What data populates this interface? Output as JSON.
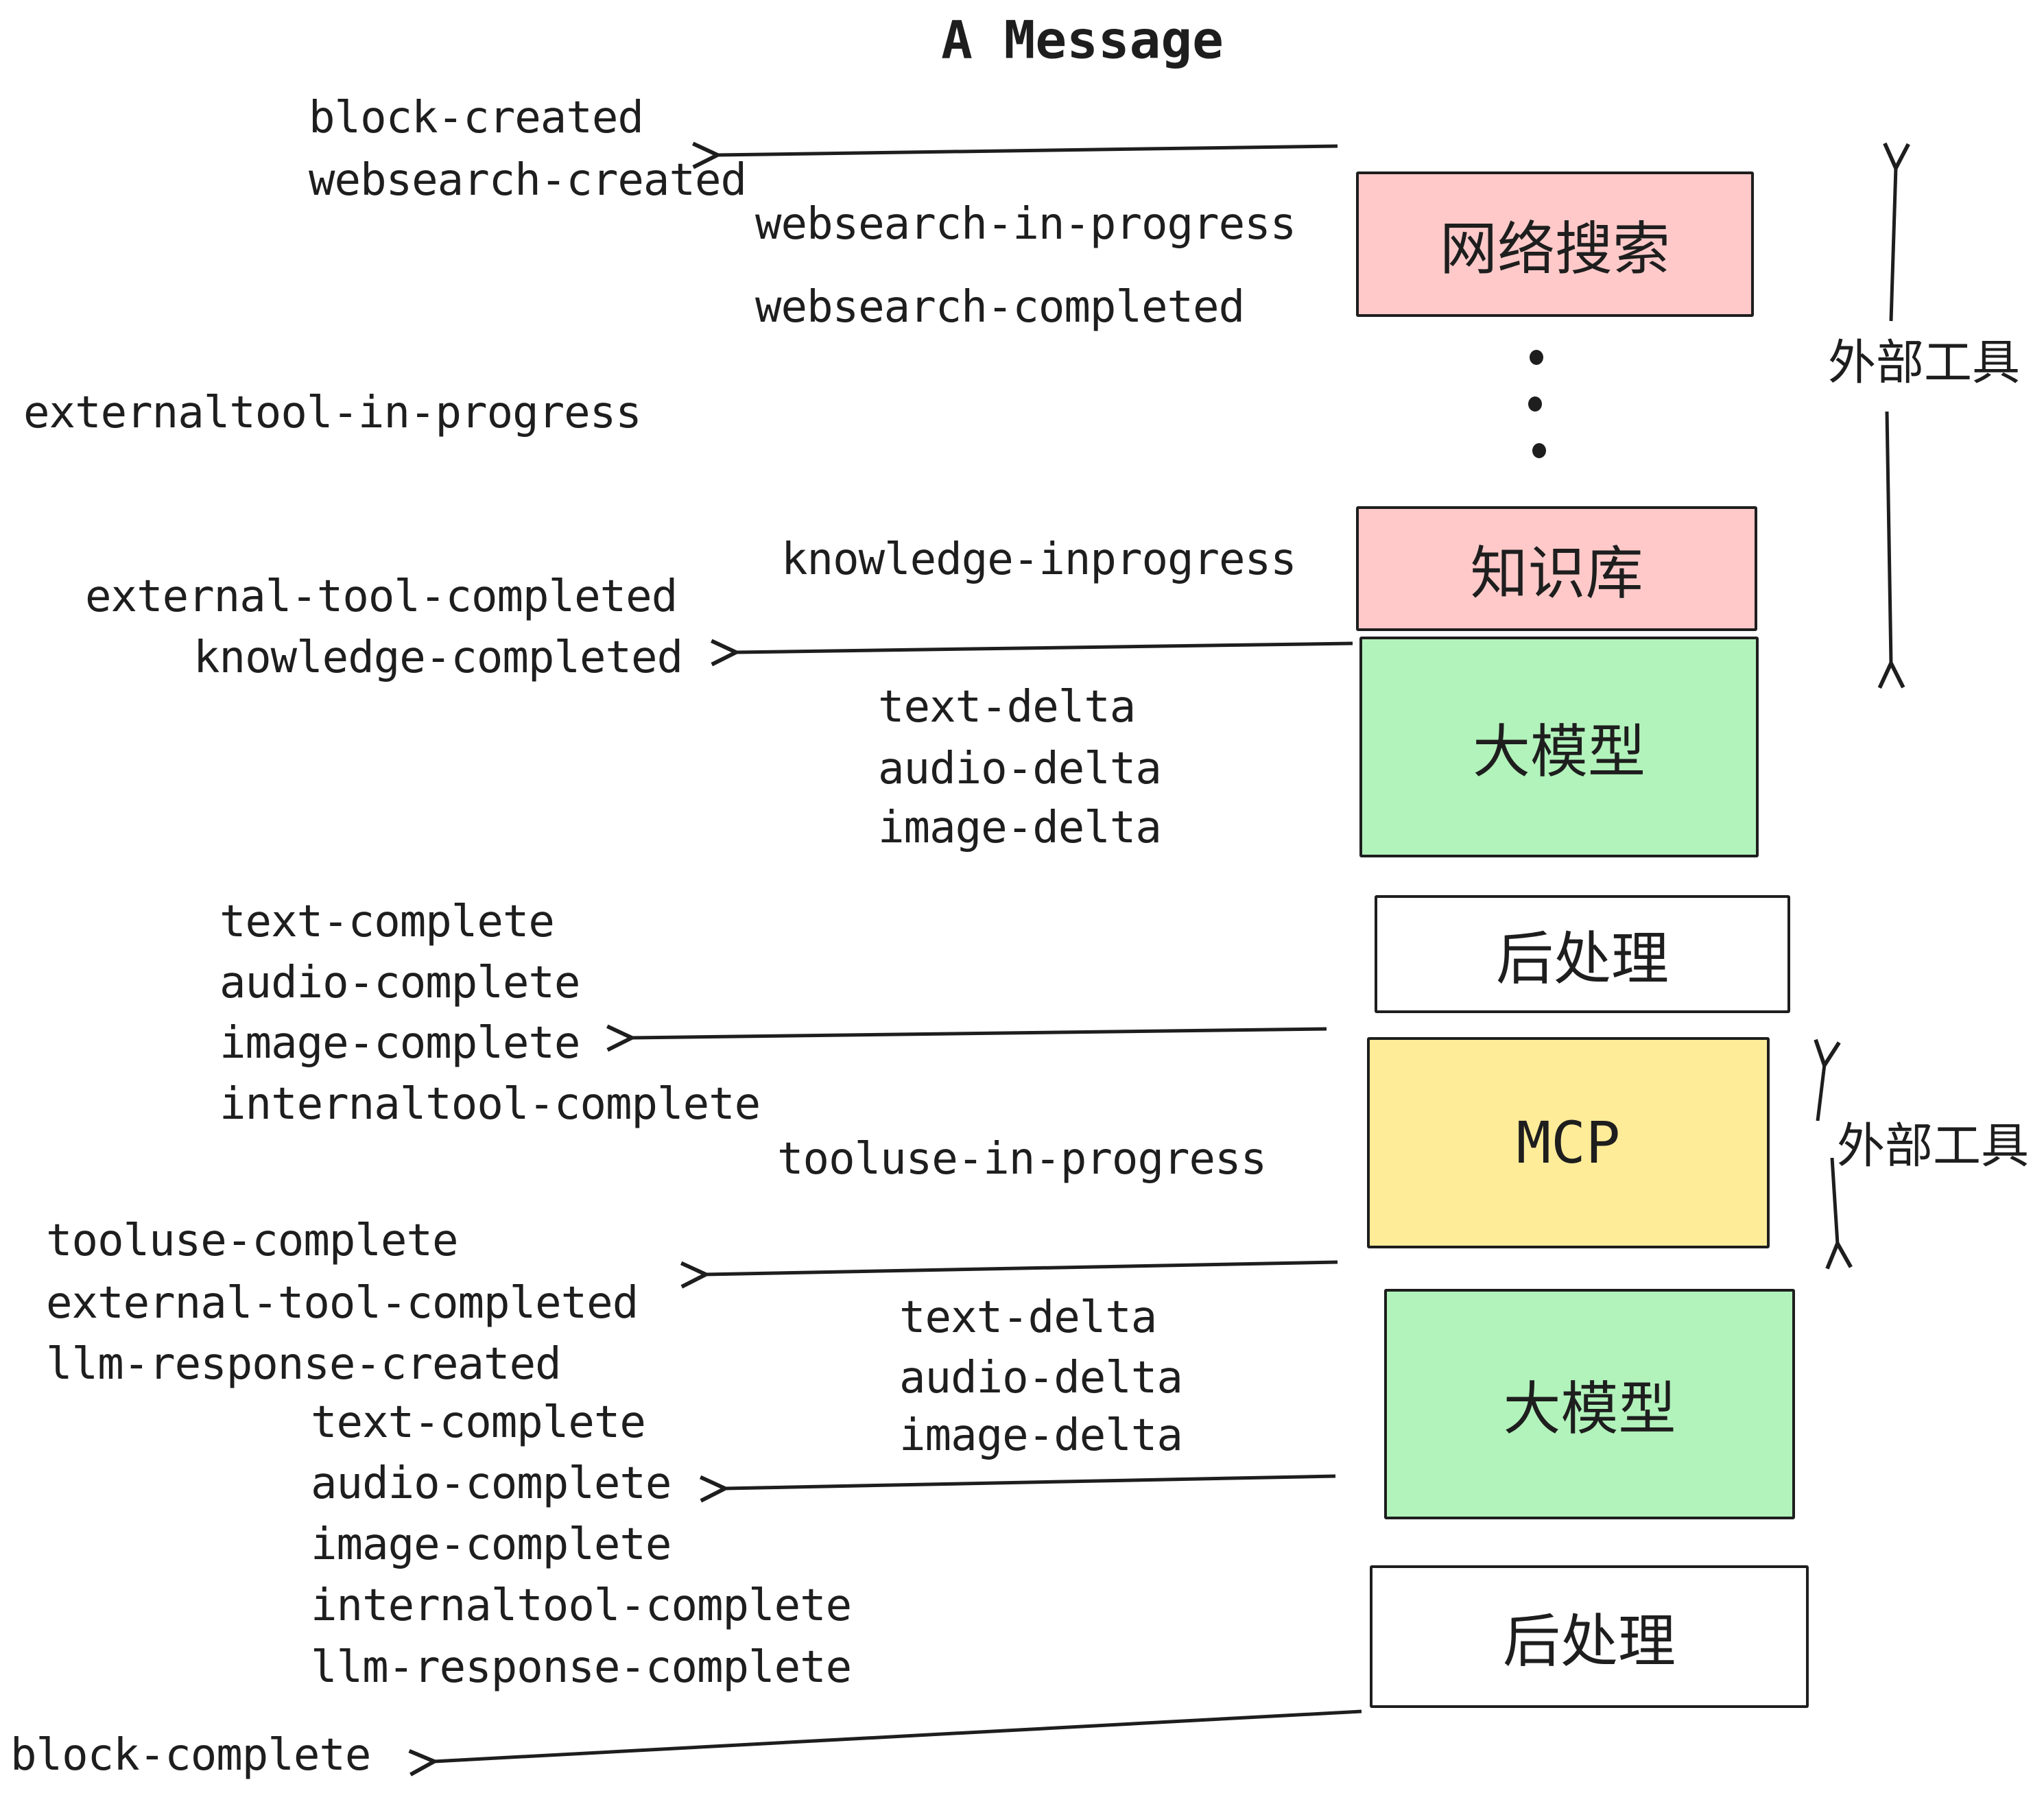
{
  "title": "A Message",
  "colors": {
    "ink": "#1e1e1e",
    "pink": "#ffc9c9",
    "green": "#b2f2bb",
    "yellow": "#ffec99",
    "white": "#ffffff"
  },
  "events": {
    "block_created": "block-created",
    "websearch_created": "websearch-created",
    "websearch_in_progress": "websearch-in-progress",
    "websearch_completed": "websearch-completed",
    "externaltool_in_progress": "externaltool-in-progress",
    "knowledge_inprogress": "knowledge-inprogress",
    "external_tool_completed": "external-tool-completed",
    "knowledge_completed": "knowledge-completed",
    "text_delta": "text-delta",
    "audio_delta": "audio-delta",
    "image_delta": "image-delta",
    "text_complete": "text-complete",
    "audio_complete": "audio-complete",
    "image_complete": "image-complete",
    "internaltool_complete": "internaltool-complete",
    "tooluse_in_progress": "tooluse-in-progress",
    "tooluse_complete": "tooluse-complete",
    "llm_response_created": "llm-response-created",
    "llm_response_complete": "llm-response-complete",
    "block_complete": "block-complete"
  },
  "boxes": {
    "websearch": {
      "label": "网络搜索",
      "color": "#ffc9c9"
    },
    "knowledge": {
      "label": "知识库",
      "color": "#ffc9c9"
    },
    "llm_1": {
      "label": "大模型",
      "color": "#b2f2bb"
    },
    "post_1": {
      "label": "后处理",
      "color": "#ffffff"
    },
    "mcp": {
      "label": "MCP",
      "color": "#ffec99"
    },
    "llm_2": {
      "label": "大模型",
      "color": "#b2f2bb"
    },
    "post_2": {
      "label": "后处理",
      "color": "#ffffff"
    }
  },
  "side_labels": {
    "external_tools_top": "外部工具",
    "external_tools_bottom": "外部工具"
  }
}
